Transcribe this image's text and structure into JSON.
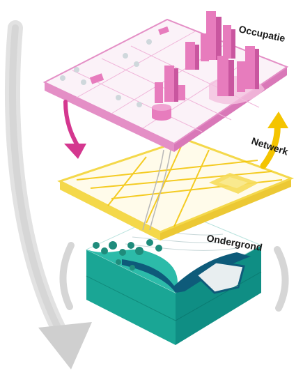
{
  "layers": {
    "occupatie": {
      "label": "Occupatie",
      "color": "#e58fc7",
      "accent": "#e14aa3"
    },
    "netwerk": {
      "label": "Netwerk",
      "color": "#f4d84a",
      "accent": "#f3c300"
    },
    "ondergrond": {
      "label": "Ondergrond",
      "color": "#2bb7a6",
      "accent": "#0e5b7a"
    }
  },
  "arrows": {
    "topdown": {
      "color": "#d7d7d7",
      "icon": "curved-arrow-down-icon"
    },
    "occupatie_to_netwerk": {
      "color": "#d4378f",
      "icon": "arrow-down-icon"
    },
    "netwerk_to_occupatie": {
      "color": "#f4c400",
      "icon": "arrow-up-icon"
    },
    "side_brackets": {
      "color": "#d0d0d0"
    }
  }
}
